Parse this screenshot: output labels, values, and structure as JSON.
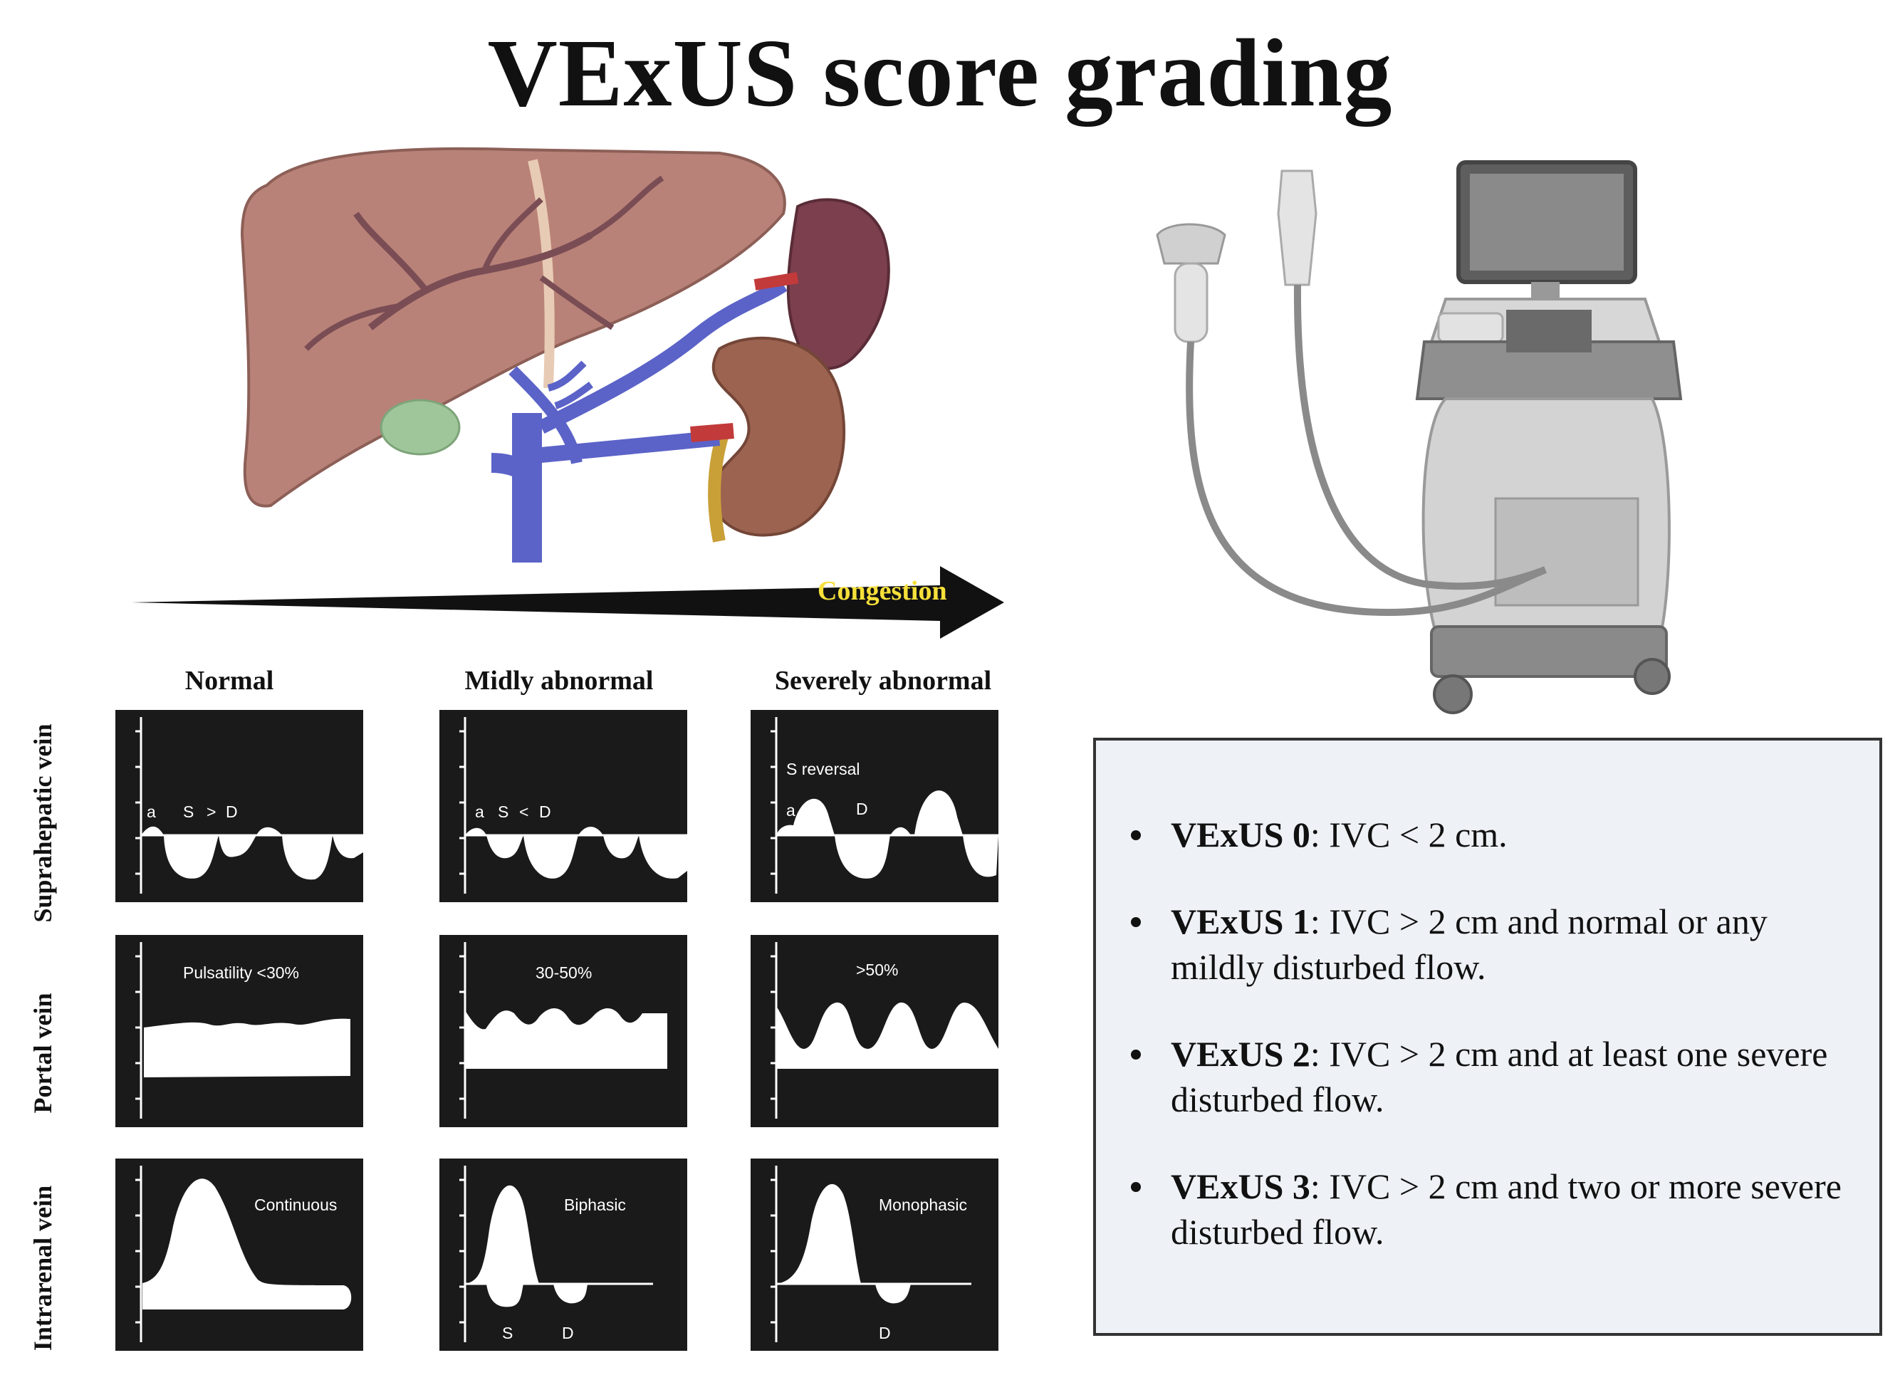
{
  "title": "VExUS score grading",
  "arrow_label": "Congestion",
  "columns": [
    "Normal",
    "Midly abnormal",
    "Severely abnormal"
  ],
  "rows": [
    "Suprahepatic vein",
    "Portal vein",
    "Intrarenal vein"
  ],
  "panels": {
    "supra_normal": [
      "a",
      "S",
      ">",
      "D"
    ],
    "supra_mild": [
      "a",
      "S",
      "<",
      "D"
    ],
    "supra_severe": [
      "S reversal",
      "a",
      "D"
    ],
    "portal_normal": "Pulsatility <30%",
    "portal_mild": "30-50%",
    "portal_severe": ">50%",
    "renal_normal": "Continuous",
    "renal_mild": [
      "Biphasic",
      "S",
      "D"
    ],
    "renal_severe": [
      "Monophasic",
      "D"
    ]
  },
  "grades": [
    {
      "label": "VExUS 0",
      "text": ": IVC < 2 cm."
    },
    {
      "label": "VExUS 1",
      "text": ": IVC > 2 cm and normal or any mildly disturbed flow."
    },
    {
      "label": "VExUS 2",
      "text": ": IVC > 2 cm and at least one severe disturbed flow."
    },
    {
      "label": "VExUS 3",
      "text": ": IVC > 2 cm and two or more severe disturbed flow."
    }
  ],
  "colors": {
    "liver": "#b98278",
    "vein": "#5b63c8",
    "artery": "#c23a3a",
    "kidney": "#9c6350",
    "spleen": "#7c3f4e",
    "gallbladder": "#9fc59a",
    "panel_bg": "#1a1a1a",
    "box_bg": "#eef2f7",
    "arrow_label": "#f6e03a"
  }
}
